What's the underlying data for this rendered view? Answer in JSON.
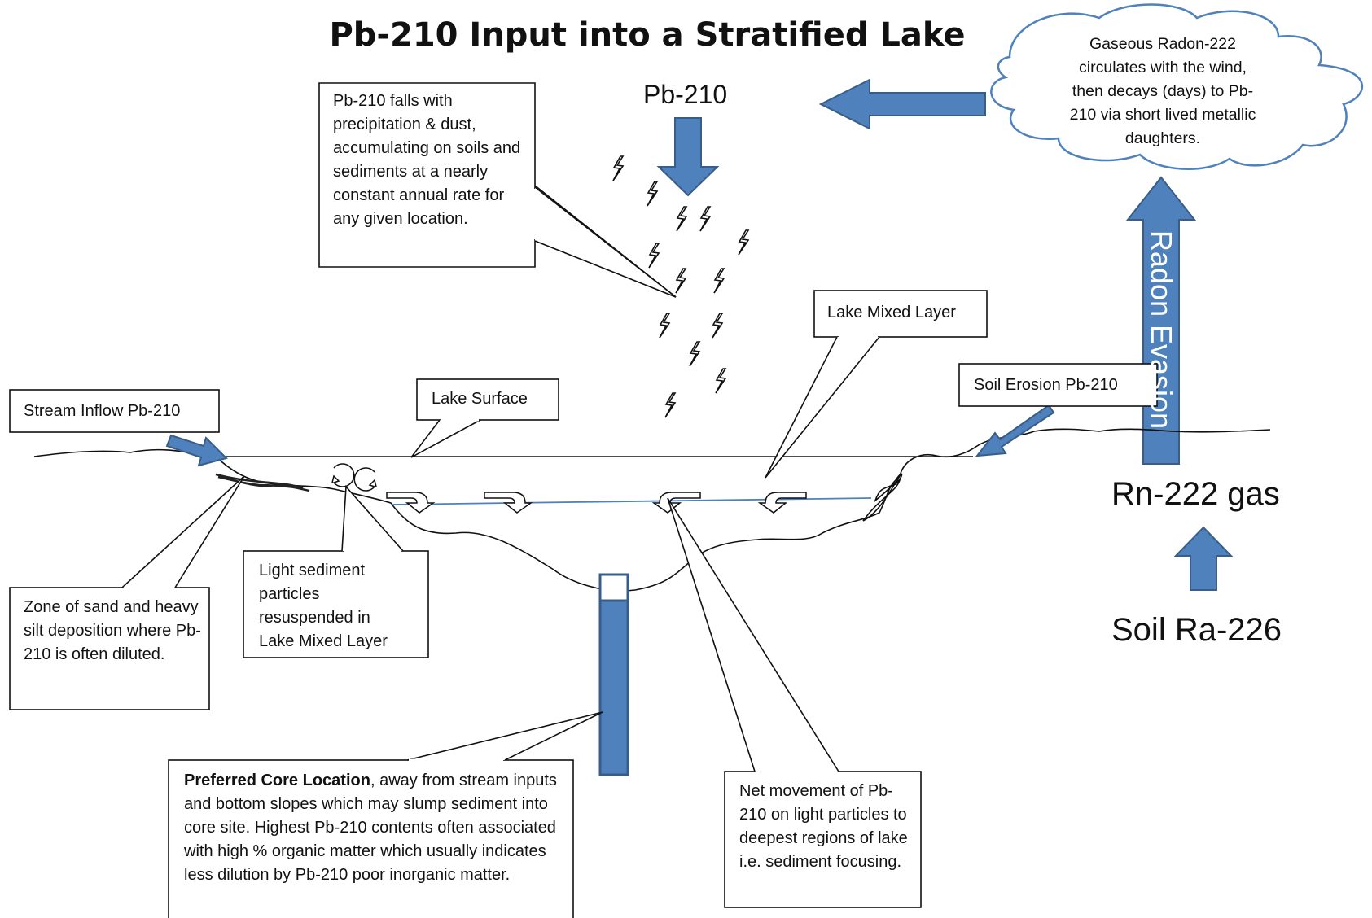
{
  "title": "Pb-210 Input into a Stratified Lake",
  "cloud": {
    "text": "Gaseous Radon-222 circulates with the wind, then decays (days) to Pb-210 via short lived metallic daughters."
  },
  "labels": {
    "pb210": "Pb-210",
    "rn222": "Rn-222 gas",
    "soil_ra": "Soil Ra-226",
    "radon_evasion": "Radon Evasion"
  },
  "callouts": {
    "precipitation": "Pb-210 falls with precipitation & dust, accumulating on soils and sediments at a nearly constant annual rate for any given location.",
    "lake_mixed_layer": "Lake Mixed Layer",
    "soil_erosion": "Soil Erosion Pb-210",
    "stream_inflow": "Stream Inflow Pb-210",
    "lake_surface": "Lake Surface",
    "zone_sand": "Zone of sand and heavy silt deposition where Pb-210 is often diluted.",
    "light_sediment": "Light sediment particles resuspended in Lake Mixed Layer",
    "core_bold": "Preferred Core Location",
    "core_rest": ", away from stream inputs and bottom slopes which may slump sediment into core site. Highest Pb-210 contents often associated with high % organic matter which usually indicates less dilution by Pb-210 poor inorganic matter.",
    "net_movement": "Net movement of Pb-210 on light particles to deepest regions of lake i.e. sediment focusing."
  },
  "colors": {
    "arrow_fill": "#4f81bd",
    "arrow_stroke": "#385d8a",
    "thermocline": "#4f81bd"
  }
}
